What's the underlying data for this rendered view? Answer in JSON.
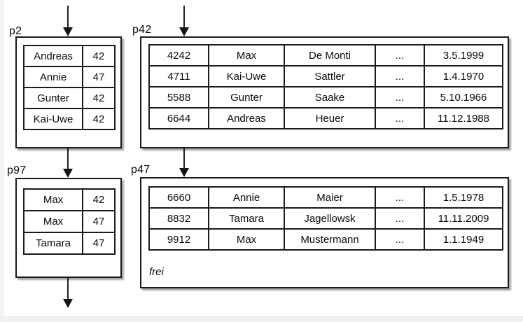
{
  "colors": {
    "border": "#1b1b1b",
    "background": "#ffffff",
    "edge_strip": "#f1f1f1",
    "arrow": "#161616"
  },
  "pages": [
    {
      "id": "p2",
      "label": "p2",
      "kind": "index-page",
      "rows": [
        [
          "Andreas",
          "42"
        ],
        [
          "Annie",
          "47"
        ],
        [
          "Gunter",
          "42"
        ],
        [
          "Kai-Uwe",
          "42"
        ]
      ]
    },
    {
      "id": "p42",
      "label": "p42",
      "kind": "data-page",
      "rows": [
        [
          "4242",
          "Max",
          "De Monti",
          "...",
          "3.5.1999"
        ],
        [
          "4711",
          "Kai-Uwe",
          "Sattler",
          "...",
          "1.4.1970"
        ],
        [
          "5588",
          "Gunter",
          "Saake",
          "...",
          "5.10.1966"
        ],
        [
          "6644",
          "Andreas",
          "Heuer",
          "...",
          "11.12.1988"
        ]
      ]
    },
    {
      "id": "p97",
      "label": "p97",
      "kind": "index-page",
      "rows": [
        [
          "Max",
          "42"
        ],
        [
          "Max",
          "47"
        ],
        [
          "Tamara",
          "47"
        ]
      ]
    },
    {
      "id": "p47",
      "label": "p47",
      "kind": "data-page",
      "rows": [
        [
          "6660",
          "Annie",
          "Maier",
          "...",
          "1.5.1978"
        ],
        [
          "8832",
          "Tamara",
          "Jagellowsk",
          "...",
          "11.11.2009"
        ],
        [
          "9912",
          "Max",
          "Mustermann",
          "...",
          "1.1.1949"
        ]
      ],
      "free_label": "frei"
    }
  ],
  "connectors": [
    {
      "name": "arrow-into-p2",
      "from": "top-edge",
      "to": "p2",
      "direction": "down"
    },
    {
      "name": "arrow-into-p42",
      "from": "top-edge",
      "to": "p42",
      "direction": "down"
    },
    {
      "name": "arrow-p2-to-p97",
      "from": "p2",
      "to": "p97",
      "direction": "down"
    },
    {
      "name": "arrow-p42-to-p47",
      "from": "p42",
      "to": "p47",
      "direction": "down"
    },
    {
      "name": "arrow-out-of-p97",
      "from": "p97",
      "to": "bottom-edge",
      "direction": "down"
    }
  ]
}
